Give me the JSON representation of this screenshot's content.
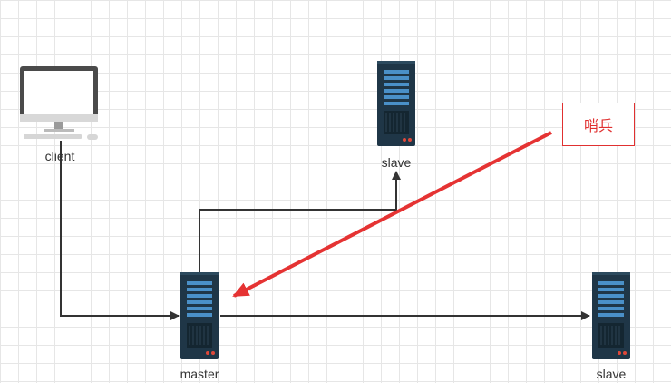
{
  "nodes": {
    "client": {
      "label": "client",
      "icon": "desktop-monitor-icon"
    },
    "slave_top": {
      "label": "slave",
      "icon": "server-icon"
    },
    "master": {
      "label": "master",
      "icon": "server-icon"
    },
    "slave_right": {
      "label": "slave",
      "icon": "server-icon"
    }
  },
  "annotation": {
    "text": "哨兵"
  },
  "colors": {
    "edge": "#333333",
    "annotation": "#e03030",
    "server_body": "#1f3647",
    "server_bar": "#4a90c8",
    "grid": "#e6e6e6"
  }
}
